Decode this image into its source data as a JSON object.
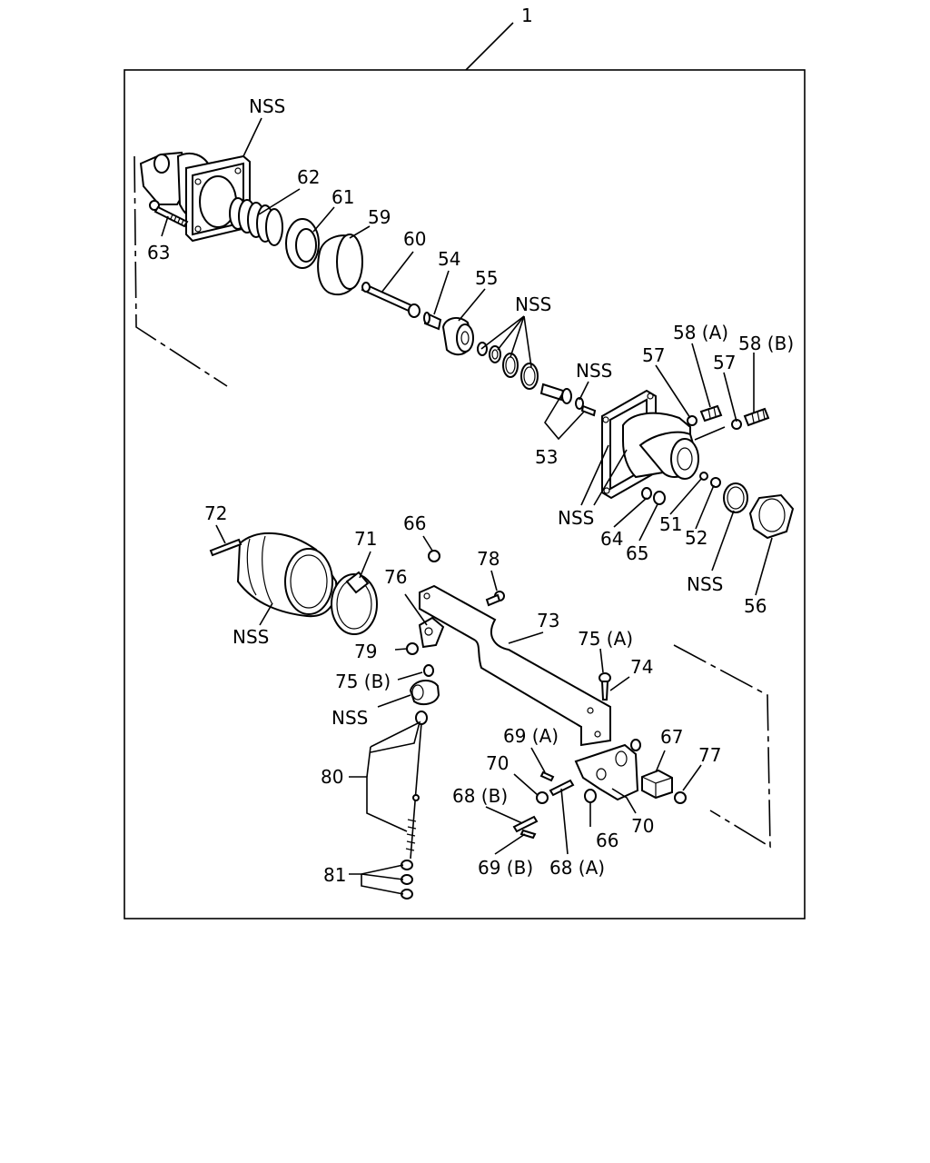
{
  "callouts": {
    "c1": "1",
    "nss_top": "NSS",
    "c62": "62",
    "c61": "61",
    "c59": "59",
    "c60": "60",
    "c63": "63",
    "c54": "54",
    "c55": "55",
    "nss_mid": "NSS",
    "c58a": "58 (A)",
    "c57a": "57",
    "c57b": "57",
    "c58b": "58 (B)",
    "nss_53": "NSS",
    "c53": "53",
    "nss_flange": "NSS",
    "c64": "64",
    "c65": "65",
    "c51": "51",
    "c52": "52",
    "nss_ring": "NSS",
    "c56": "56",
    "c72": "72",
    "c66a": "66",
    "c71": "71",
    "c78": "78",
    "c76": "76",
    "nss_boot": "NSS",
    "c73": "73",
    "c79": "79",
    "c75a": "75 (A)",
    "c74": "74",
    "c75b": "75 (B)",
    "nss_cap": "NSS",
    "c69a": "69 (A)",
    "c67": "67",
    "c77": "77",
    "c70a": "70",
    "c80": "80",
    "c68b": "68 (B)",
    "c66b": "66",
    "c70b": "70",
    "c69b": "69 (B)",
    "c68a": "68 (A)",
    "c81": "81"
  }
}
